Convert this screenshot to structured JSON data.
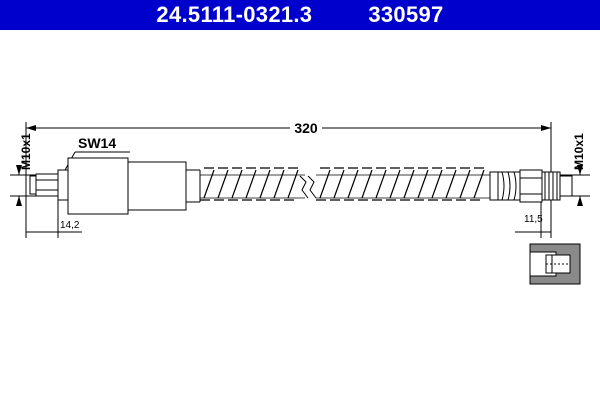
{
  "header": {
    "part_number": "24.5111-0321.3",
    "reference_number": "330597",
    "background_color": "#0000cc",
    "text_color": "#ffffff"
  },
  "drawing": {
    "total_length_label": "320",
    "wrench_size_label": "SW14",
    "left_thread_label": "M10x1",
    "right_thread_label": "M10x1",
    "left_offset_label": "14,2",
    "right_offset_label": "11,5",
    "line_color": "#000000"
  }
}
